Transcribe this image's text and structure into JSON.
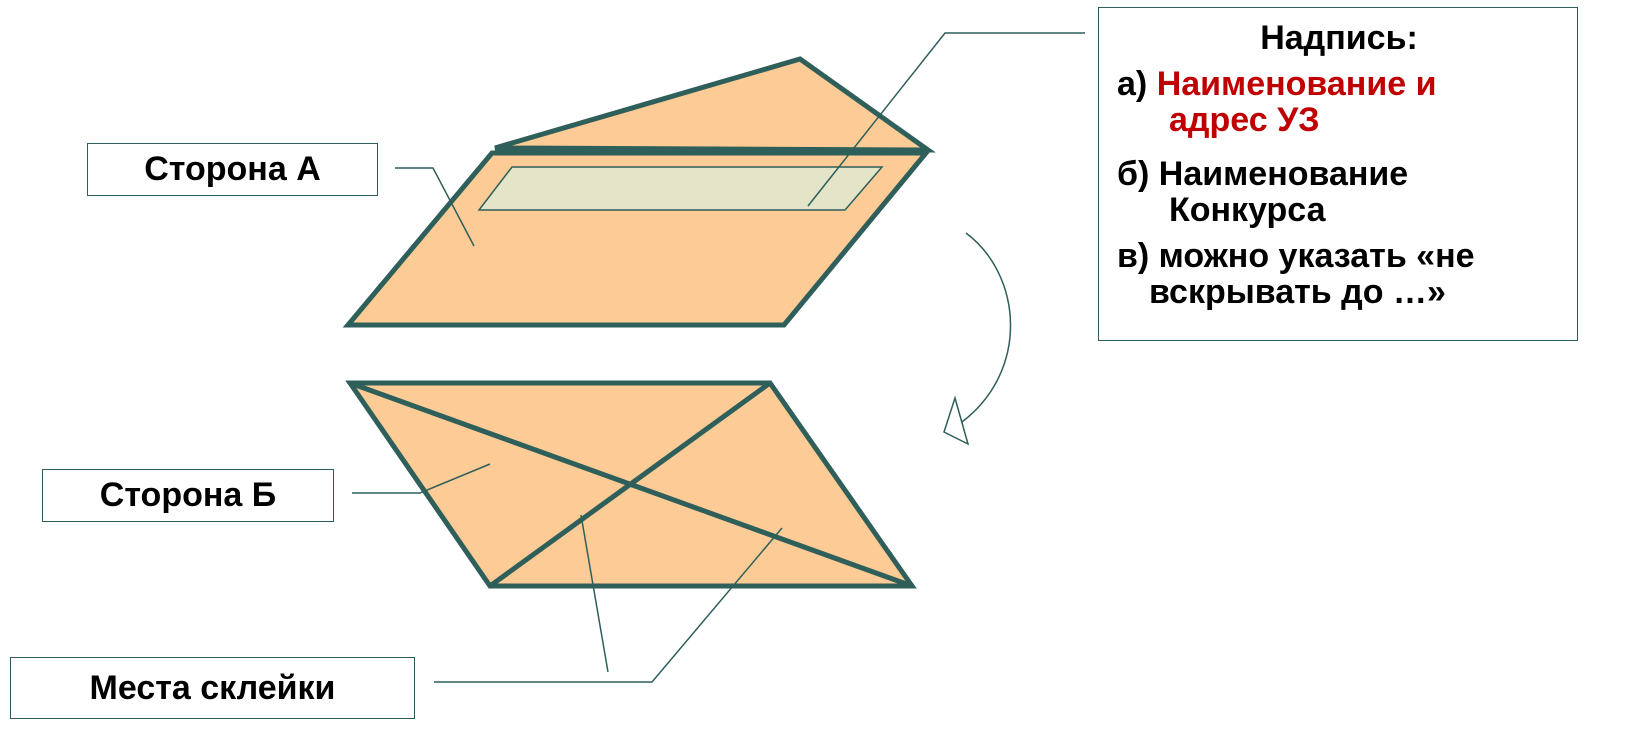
{
  "labels": {
    "side_a": "Сторона А",
    "side_b": "Сторона Б",
    "glue_places": "Места склейки"
  },
  "inscription": {
    "title": "Надпись:",
    "item_a_prefix": "а) ",
    "item_a_line1": "Наименование и",
    "item_a_line2": "адрес УЗ",
    "item_b_line1": "б) Наименование",
    "item_b_line2": "Конкурса",
    "item_c_line1": "в) можно указать «не",
    "item_c_line2": "вскрывать до …»"
  },
  "colors": {
    "envelope_fill": "#fccb96",
    "window_fill": "#e3e4c8",
    "outline": "#2f5f5a",
    "accent_red": "#c00000"
  }
}
